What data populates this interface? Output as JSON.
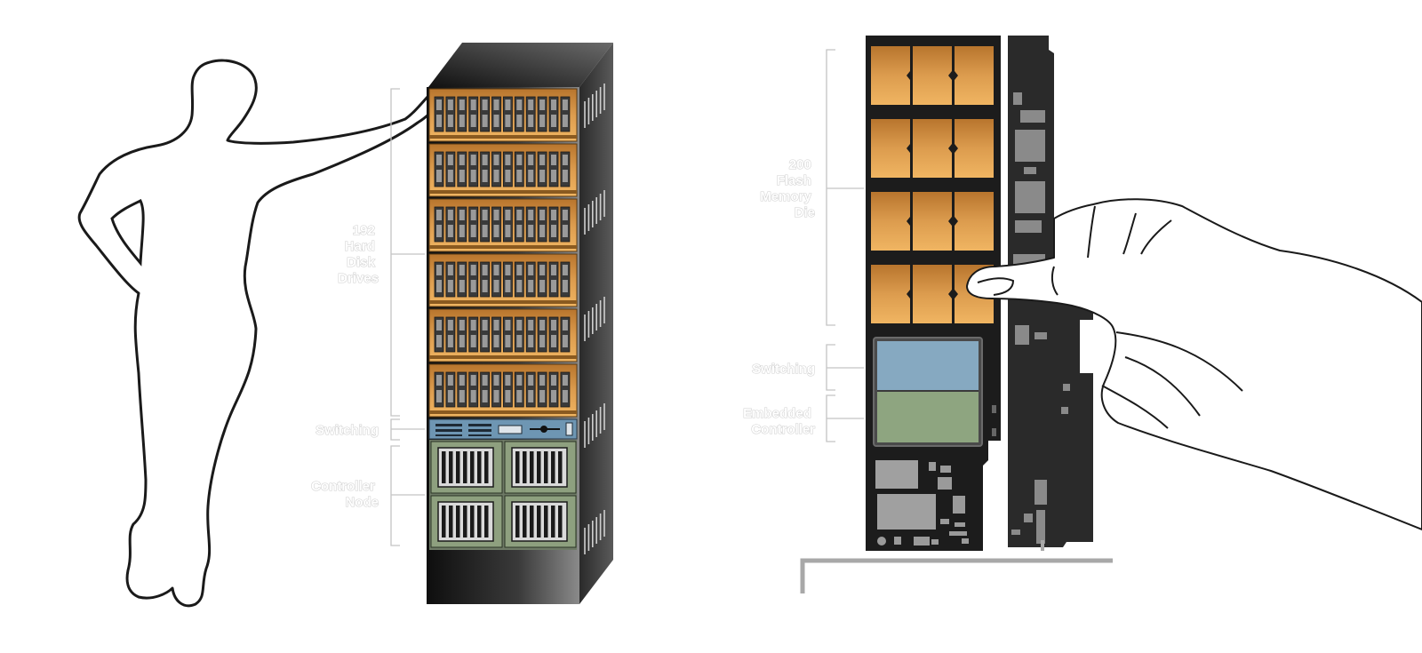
{
  "left_figure": {
    "labels": {
      "hdd": [
        "192",
        "Hard",
        "Disk",
        "Drives"
      ],
      "switching": "Switching",
      "controller": [
        "Controller",
        "Node"
      ]
    },
    "drive_shelves": 6,
    "drives_per_shelf": 12,
    "controller_modules": 4
  },
  "right_figure": {
    "labels": {
      "flash": [
        "200",
        "Flash",
        "Memory",
        "Die"
      ],
      "switching": "Switching",
      "embedded": [
        "Embedded",
        "Controller"
      ]
    },
    "flash_rows": 4,
    "flash_per_row": 3
  },
  "colors": {
    "drive_orange": "#d9994a",
    "switch_blue": "#6e96b3",
    "controller_green": "#8ea07f",
    "chassis_dark": "#1e1e1e",
    "label_outline": "#cfcfcf"
  }
}
